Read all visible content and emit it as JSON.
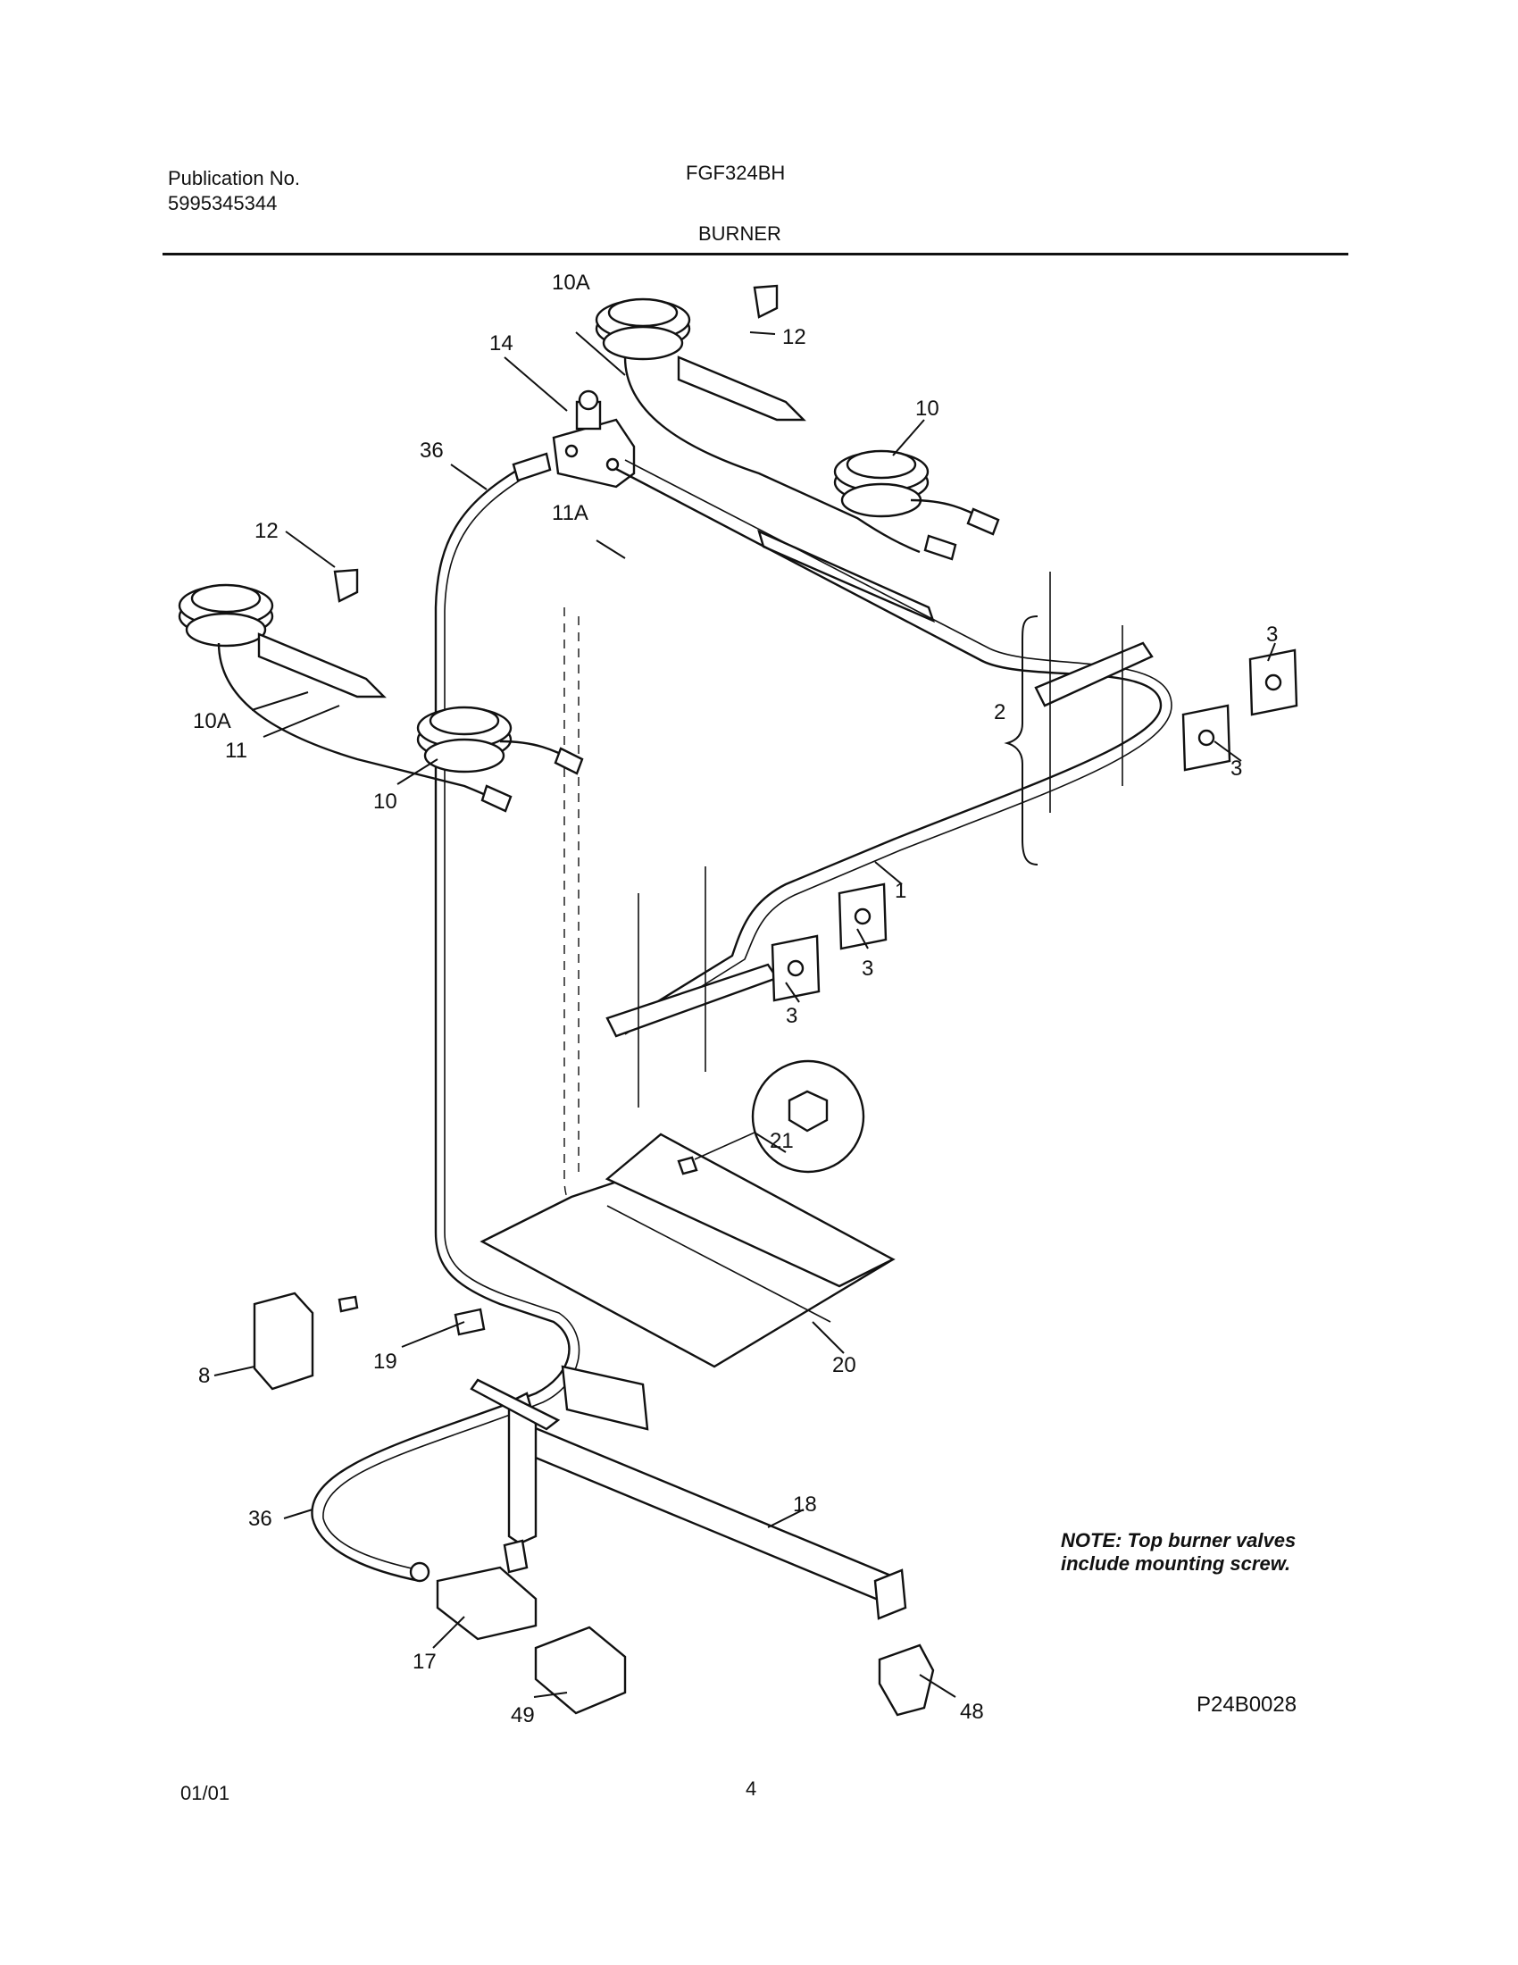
{
  "header": {
    "publication_label": "Publication No.",
    "publication_number": "5995345344",
    "model": "FGF324BH",
    "section": "BURNER"
  },
  "callouts": {
    "c10A_top": "10A",
    "c12_top": "12",
    "c14": "14",
    "c10_top": "10",
    "c36_top": "36",
    "c11A": "11A",
    "c12_left": "12",
    "c3_a": "3",
    "c2": "2",
    "c3_b": "3",
    "c10A_left": "10A",
    "c11": "11",
    "c10_left": "10",
    "c1": "1",
    "c3_c": "3",
    "c3_d": "3",
    "c21": "21",
    "c8": "8",
    "c19": "19",
    "c20": "20",
    "c36_bottom": "36",
    "c18": "18",
    "c17": "17",
    "c49": "49",
    "c48": "48"
  },
  "note": "NOTE: Top burner valves include mounting screw.",
  "footer": {
    "ref_code": "P24B0028",
    "date": "01/01",
    "page": "4"
  }
}
